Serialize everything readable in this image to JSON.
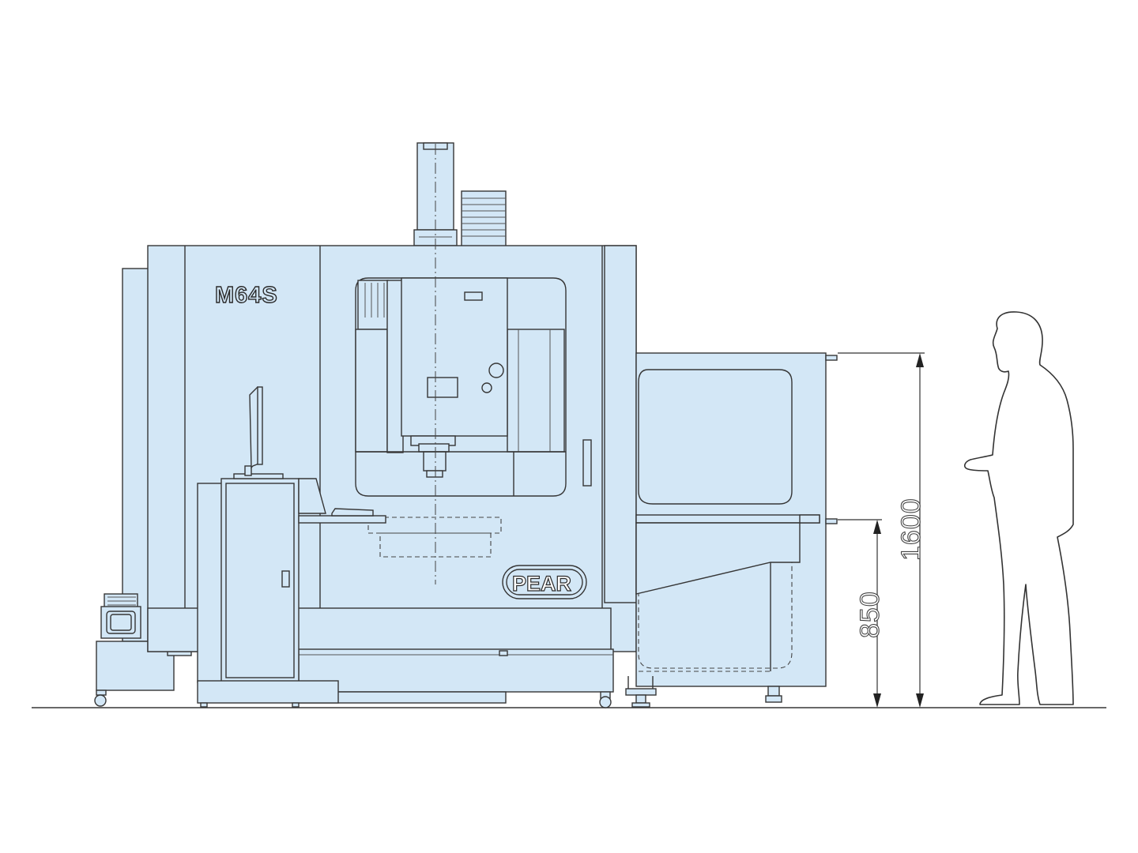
{
  "labels": {
    "model": "M64S",
    "brand": "PEAR"
  },
  "dimensions": {
    "table_height": "850",
    "upper_height": "1600"
  },
  "colors": {
    "machine_fill": "#d3e7f6",
    "outline": "#363636",
    "background": "#ffffff"
  }
}
